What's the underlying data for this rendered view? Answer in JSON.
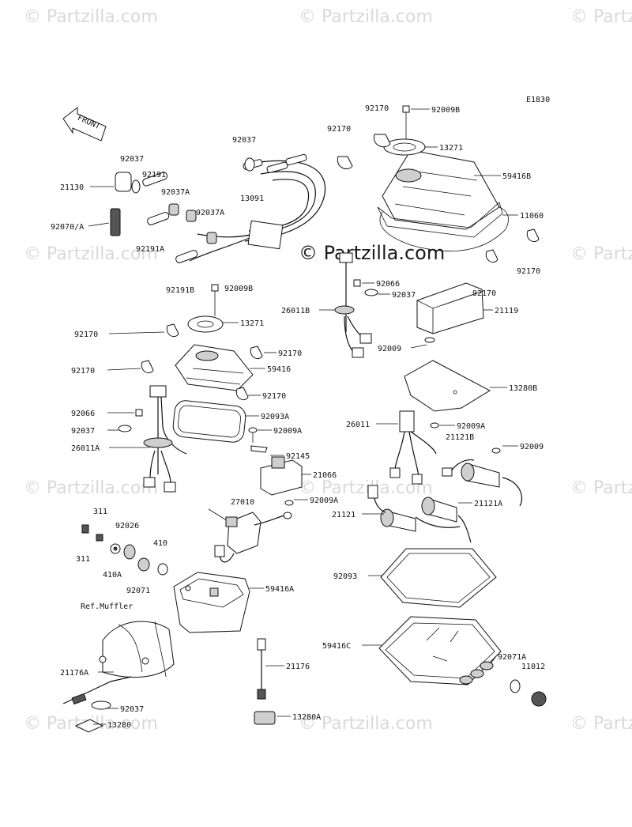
{
  "diagram_code": "E1830",
  "front_label": "FRONT",
  "watermark_text": "© Partzilla.com",
  "center_watermark": "© Partzilla.com",
  "ref_muffler": "Ref.Muffler",
  "part_labels": [
    "92170",
    "92009B",
    "13271",
    "59416B",
    "11060",
    "92170",
    "92037",
    "92170",
    "21130",
    "92037",
    "92191",
    "92037A",
    "92037A",
    "13091",
    "92070/A",
    "92191A",
    "92191B",
    "92009B",
    "13271",
    "92066",
    "92037",
    "26011B",
    "92009",
    "21119",
    "92170",
    "92170",
    "92170",
    "59416",
    "92170",
    "92170",
    "13280B",
    "92066",
    "92093A",
    "92037",
    "92009A",
    "26011A",
    "26011",
    "92009A",
    "21121B",
    "92009",
    "92145",
    "21066",
    "311",
    "27010",
    "92009A",
    "21121",
    "21121A",
    "92026",
    "410",
    "311",
    "410A",
    "92071",
    "92093",
    "59416A",
    "59416C",
    "92071A",
    "11012",
    "21176A",
    "21176",
    "92037",
    "13280",
    "13280A"
  ]
}
